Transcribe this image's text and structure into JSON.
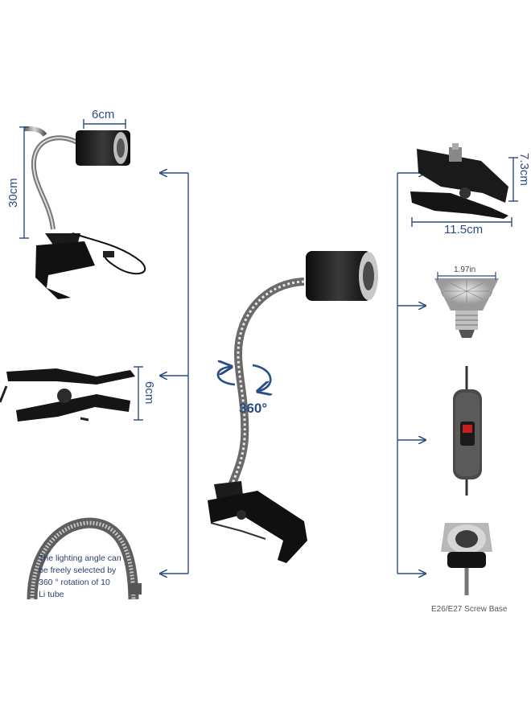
{
  "dimensions": {
    "holder_width": "6cm",
    "arm_height": "30cm",
    "clip_height": "6cm",
    "clip_side_height": "7.3cm",
    "clip_side_width": "11.5cm",
    "bulb_width": "1.97in"
  },
  "rotation_label": "360°",
  "note_text": "The lighting angle can\nbe freely selected by\n360 ° rotation of 10\nLi tube",
  "base_caption": "E26/E27 Screw Base",
  "colors": {
    "accent": "#2a4d85",
    "product": "#1a1a1a",
    "metal": "#8a8a8a"
  }
}
